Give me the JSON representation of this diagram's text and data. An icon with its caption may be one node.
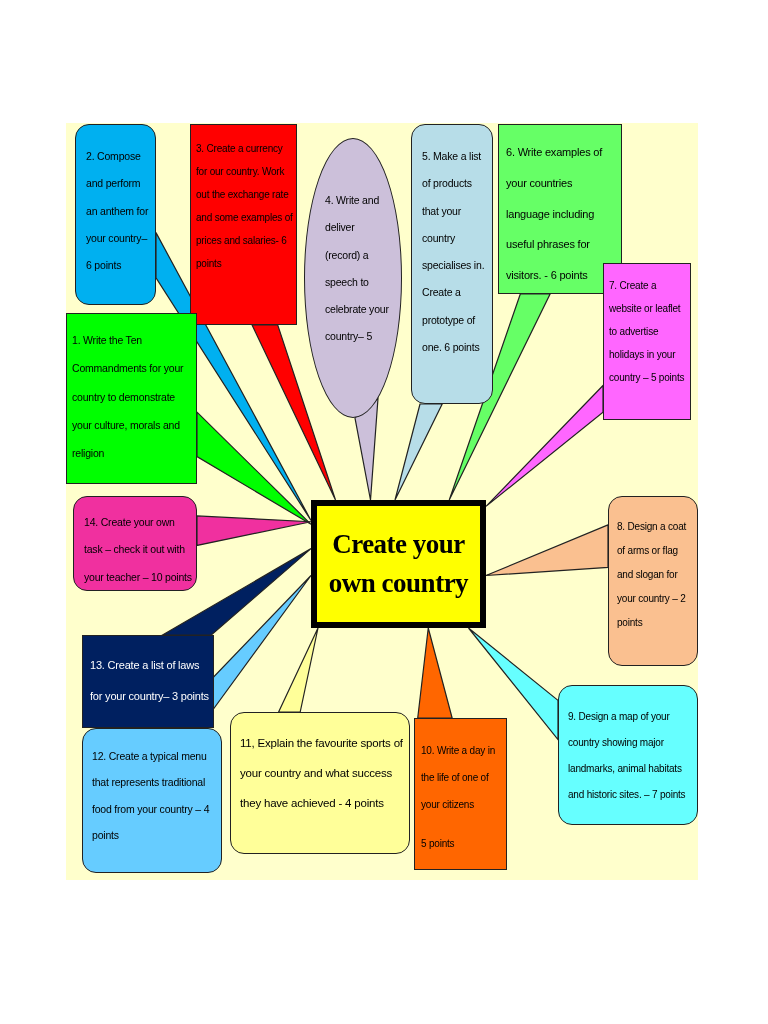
{
  "diagram": {
    "nodes": [
      {
        "text": [
          "2. Compose and perform an anthem for your country– 6 points"
        ]
      },
      {
        "text": [
          "3. Create a currency for our country. Work out the exchange rate and some examples of prices and salaries- 6 points"
        ]
      },
      {
        "text": [
          "4. Write and deliver (record) a speech to celebrate your country– 5"
        ]
      },
      {
        "text": [
          "5. Make a list of products that your country specialises in. Create a prototype of one. 6 points"
        ]
      },
      {
        "text": [
          "6. Write examples of your countries language including useful phrases for visitors. - 6 points"
        ]
      },
      {
        "text": [
          "7. Create a website or leaflet to advertise holidays in your country – 5 points"
        ]
      },
      {
        "text": [
          "1. Write the Ten Commandments for your country to demonstrate your culture, morals and religion"
        ]
      },
      {
        "text": [
          "Create your own country"
        ]
      },
      {
        "text": [
          "14. Create your own task – check it out with your teacher – 10 points"
        ]
      },
      {
        "text": [
          "8. Design a coat of arms or flag and slogan for your country – 2 points"
        ]
      },
      {
        "text": [
          "13. Create a list of laws for your country– 3 points"
        ]
      },
      {
        "text": [
          "9. Design a map of your country showing major landmarks, animal habitats and historic sites. – 7 points"
        ]
      },
      {
        "text": [
          "12. Create a typical menu that represents traditional food from your country – 4 points"
        ]
      },
      {
        "text": [
          "11, Explain the favourite sports of your country and what success they have achieved - 4 points"
        ]
      },
      {
        "text": [
          "10. Write a day in the life of one of your citizens",
          "5 points"
        ]
      }
    ],
    "edges": [
      {
        "from": 0,
        "to": 7,
        "arrow": "none",
        "color": "#00b0f0"
      },
      {
        "from": 1,
        "to": 7,
        "arrow": "none",
        "color": "#ff0000"
      },
      {
        "from": 2,
        "to": 7,
        "arrow": "none",
        "color": "#ccc0da"
      },
      {
        "from": 3,
        "to": 7,
        "arrow": "none",
        "color": "#b7dde8"
      },
      {
        "from": 4,
        "to": 7,
        "arrow": "none",
        "color": "#66ff66"
      },
      {
        "from": 5,
        "to": 7,
        "arrow": "none",
        "color": "#ff66ff"
      },
      {
        "from": 6,
        "to": 7,
        "arrow": "none",
        "color": "#00ff00"
      },
      {
        "from": 8,
        "to": 7,
        "arrow": "none",
        "color": "#f0309f"
      },
      {
        "from": 9,
        "to": 7,
        "arrow": "none",
        "color": "#fac090"
      },
      {
        "from": 10,
        "to": 7,
        "arrow": "none",
        "color": "#002060"
      },
      {
        "from": 11,
        "to": 7,
        "arrow": "none",
        "color": "#66ffff"
      },
      {
        "from": 12,
        "to": 7,
        "arrow": "none",
        "color": "#66ccff"
      },
      {
        "from": 13,
        "to": 7,
        "arrow": "none",
        "color": "#ffff99"
      },
      {
        "from": 14,
        "to": 7,
        "arrow": "none",
        "color": "#ff6600"
      }
    ]
  }
}
